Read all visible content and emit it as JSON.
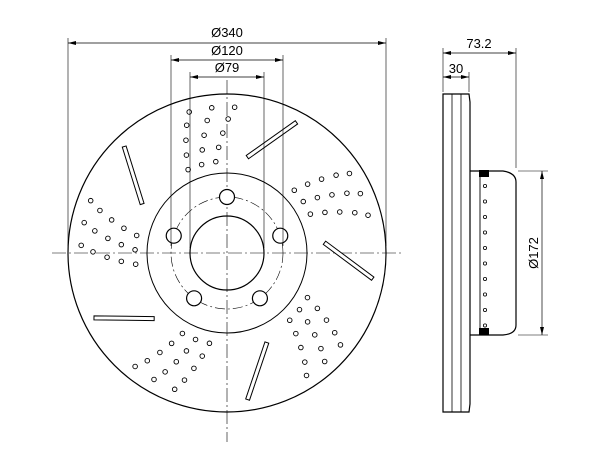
{
  "dimensions": {
    "outer_diameter": "Ø340",
    "center_bore_circle": "Ø120",
    "hub_bore": "Ø79",
    "total_height": "73.2",
    "disc_thickness": "30",
    "hat_diameter": "Ø172"
  }
}
